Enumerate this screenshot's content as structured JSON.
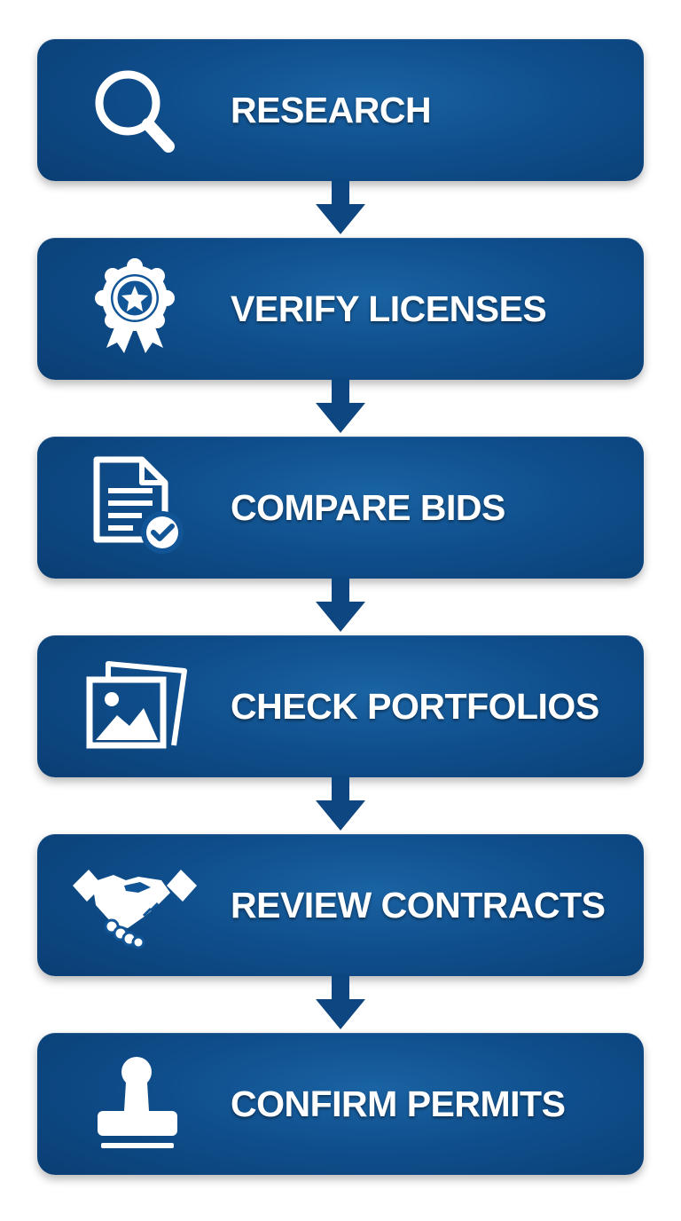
{
  "colors": {
    "box_center": "#1a63a3",
    "box_edge": "#0a3d72",
    "arrow": "#0d4680",
    "text": "#ffffff",
    "background": "#ffffff"
  },
  "steps": [
    {
      "label": "RESEARCH",
      "icon": "magnifying-glass-icon"
    },
    {
      "label": "VERIFY LICENSES",
      "icon": "award-ribbon-icon"
    },
    {
      "label": "COMPARE BIDS",
      "icon": "document-check-icon"
    },
    {
      "label": "CHECK PORTFOLIOS",
      "icon": "photo-gallery-icon"
    },
    {
      "label": "REVIEW CONTRACTS",
      "icon": "handshake-icon"
    },
    {
      "label": "CONFIRM PERMITS",
      "icon": "stamp-icon"
    }
  ]
}
